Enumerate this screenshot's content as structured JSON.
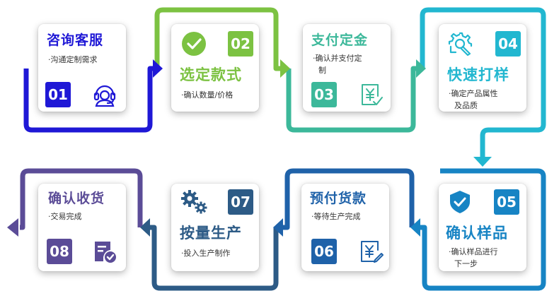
{
  "colors": {
    "step1": "#1f18d6",
    "step2": "#7cc242",
    "step3": "#3cb89a",
    "step4": "#22b7d0",
    "step5": "#1784c4",
    "step6": "#1f62a9",
    "step7": "#2d5b86",
    "step8": "#5b4c97"
  },
  "steps": [
    {
      "number": "01",
      "title": "咨询客服",
      "desc1": "·沟通定制需求",
      "desc2": "",
      "icon": "headset-icon"
    },
    {
      "number": "02",
      "title": "选定款式",
      "desc1": "·确认数量/价格",
      "desc2": "",
      "icon": "check-circle-icon"
    },
    {
      "number": "03",
      "title": "支付定金",
      "desc1": "·确认并支付定",
      "desc2": "制",
      "icon": "yuan-receipt-icon"
    },
    {
      "number": "04",
      "title": "快速打样",
      "desc1": "·确定产品属性",
      "desc2": "及品质",
      "icon": "wrench-gear-icon"
    },
    {
      "number": "05",
      "title": "确认样品",
      "desc1": "·确认样品进行",
      "desc2": "下一步",
      "icon": "shield-check-icon"
    },
    {
      "number": "06",
      "title": "预付货款",
      "desc1": "·等待生产完成",
      "desc2": "",
      "icon": "yuan-edit-icon"
    },
    {
      "number": "07",
      "title": "按量生产",
      "desc1": "·投入生产制作",
      "desc2": "",
      "icon": "gears-icon"
    },
    {
      "number": "08",
      "title": "确认收货",
      "desc1": "·交易完成",
      "desc2": "",
      "icon": "delivery-check-icon"
    }
  ]
}
